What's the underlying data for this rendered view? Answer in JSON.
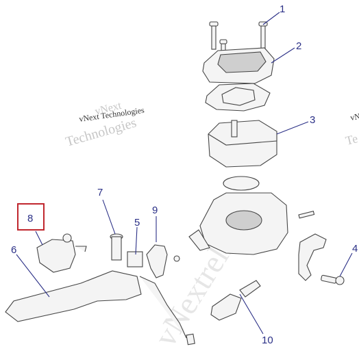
{
  "watermark": {
    "top_left_line1": "vNext Technologies",
    "top_left_line2": "vNext",
    "top_left_line3": "Technologies",
    "right_edge_line1": "vN",
    "right_edge_line2": "Te",
    "diagonal": "vNextreliable"
  },
  "callouts": [
    {
      "id": "1",
      "label": "1"
    },
    {
      "id": "2",
      "label": "2"
    },
    {
      "id": "3",
      "label": "3"
    },
    {
      "id": "4",
      "label": "4"
    },
    {
      "id": "5",
      "label": "5"
    },
    {
      "id": "6",
      "label": "6"
    },
    {
      "id": "7",
      "label": "7"
    },
    {
      "id": "8",
      "label": "8"
    },
    {
      "id": "9",
      "label": "9"
    },
    {
      "id": "10",
      "label": "10"
    }
  ],
  "highlighted_callout": "8",
  "colors": {
    "callout_text": "#2a2f86",
    "highlight_box": "#c0262d",
    "line_art": "#444444",
    "watermark": "#b9b9b9"
  }
}
